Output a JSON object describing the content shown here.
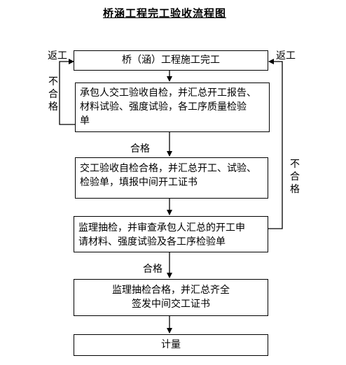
{
  "title": "桥涵工程完工验收流程图",
  "boxes": {
    "b1": "桥（涵）工程施工完工",
    "b2_lines": [
      "承包人交工验收自检，并汇总开工报告、",
      "材料试验、强度试验，各工序质量检验",
      "单"
    ],
    "b3_lines": [
      "交工验收自检合格，并汇总开工、试验、",
      "检验单，填报中间开工证书"
    ],
    "b4_lines": [
      "监理抽检，并审查承包人汇总的开工申",
      "请材料、强度试验及各工序检验单"
    ],
    "b5_lines": [
      "监理抽检合格，并汇总齐全",
      "签发中间交工证书"
    ],
    "b6": "计量"
  },
  "labels": {
    "return_left": "返工",
    "return_right": "返工",
    "fail_left": [
      "不",
      "合",
      "格"
    ],
    "fail_right": [
      "不",
      "合",
      "格"
    ],
    "pass_1": "合格",
    "pass_2": "合格"
  }
}
